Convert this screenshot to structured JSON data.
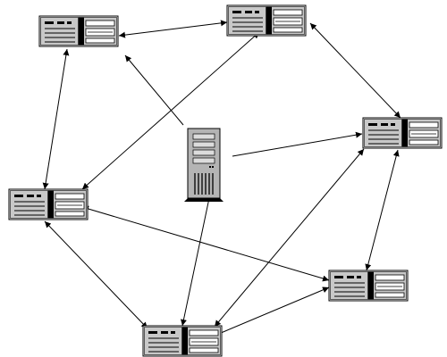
{
  "diagram": {
    "type": "network-topology",
    "nodes": [
      {
        "id": "pc-top-left",
        "kind": "desktop-computer"
      },
      {
        "id": "pc-top-middle",
        "kind": "desktop-computer"
      },
      {
        "id": "pc-right",
        "kind": "desktop-computer"
      },
      {
        "id": "pc-left",
        "kind": "desktop-computer"
      },
      {
        "id": "pc-lower-right",
        "kind": "desktop-computer"
      },
      {
        "id": "pc-bottom",
        "kind": "desktop-computer"
      },
      {
        "id": "server-center",
        "kind": "tower-server"
      }
    ],
    "edges": [
      {
        "from": "pc-top-left",
        "to": "pc-top-middle",
        "arrows": "both"
      },
      {
        "from": "pc-top-middle",
        "to": "pc-right",
        "arrows": "both"
      },
      {
        "from": "pc-top-left",
        "to": "pc-left",
        "arrows": "both"
      },
      {
        "from": "pc-top-middle",
        "to": "pc-left",
        "arrows": "both"
      },
      {
        "from": "pc-right",
        "to": "pc-lower-right",
        "arrows": "both"
      },
      {
        "from": "pc-right",
        "to": "pc-bottom",
        "arrows": "both"
      },
      {
        "from": "pc-left",
        "to": "pc-lower-right",
        "arrows": "both"
      },
      {
        "from": "pc-left",
        "to": "pc-bottom",
        "arrows": "both"
      },
      {
        "from": "pc-lower-right",
        "to": "pc-bottom",
        "arrows": "both"
      },
      {
        "from": "server-center",
        "to": "pc-top-left",
        "arrows": "to"
      },
      {
        "from": "server-center",
        "to": "pc-right",
        "arrows": "to"
      },
      {
        "from": "server-center",
        "to": "pc-bottom",
        "arrows": "to"
      }
    ],
    "colors": {
      "line": "#000000",
      "monitor": "#c8c8c8",
      "server": "#b4b4b4",
      "background": "#ffffff"
    }
  }
}
